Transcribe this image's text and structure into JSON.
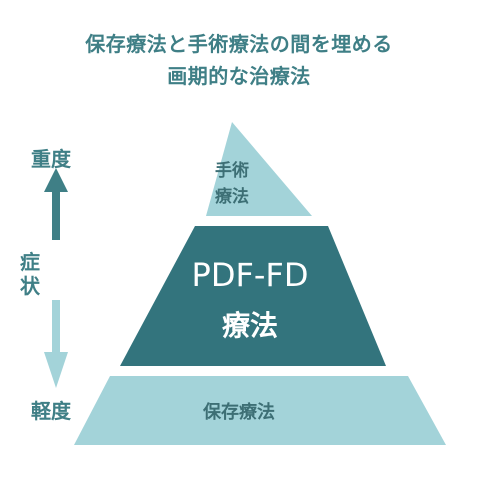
{
  "title_line1": "保存療法と手術療法の間を埋める",
  "title_line2": "画期的な治療法",
  "scale": {
    "top_label": "重度",
    "middle_label": "症状",
    "bottom_label": "軽度"
  },
  "tiers": {
    "top": "手術療法",
    "top_line1": "手術",
    "top_line2": "療法",
    "middle_line1": "PDF-FD",
    "middle_line2": "療法",
    "bottom": "保存療法"
  },
  "colors": {
    "title": "#3f7f86",
    "light_teal": "#a3d3d9",
    "dark_teal": "#33747d",
    "arrow": "#3f7f86"
  }
}
